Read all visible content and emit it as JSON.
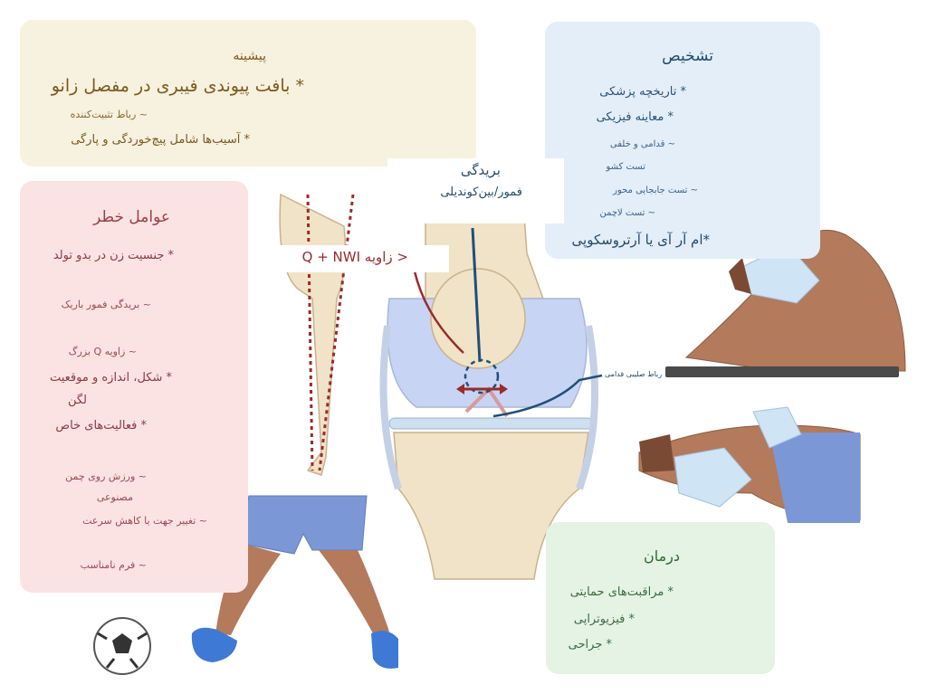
{
  "history": {
    "title": "پیشینه",
    "items": [
      "* بافت پیوندی فیبری در مفصل زانو",
      "~ رباط تثبیت‌کننده",
      "* آسیب‌ها شامل پیچ‌خوردگی و پارگی"
    ]
  },
  "risk_factors": {
    "title": "عوامل خطر",
    "items": [
      "* جنسیت زن در بدو تولد",
      "~ بریدگی فمور باریک",
      "~ زاویه Q بزرگ",
      "* شکل، اندازه و موقعیت",
      "لگن",
      "* فعالیت‌های خاص",
      "~ ورزش روی چمن",
      "مصنوعی",
      "~ تغییر جهت یا کاهش سرعت",
      "~ فرم نامناسب"
    ]
  },
  "diagnosis": {
    "title": "تشخیص",
    "items": [
      "* تاریخچه پزشکی",
      "* معاینه فیزیکی",
      "~ قدامی و خلفی",
      "تست کشو",
      "~ تست جابجایی محور",
      "~ تست لاچمن",
      "*ام آر آی یا آرتروسکوپی"
    ]
  },
  "treatment": {
    "title": "درمان",
    "items": [
      "* مراقبت‌های حمایتی",
      "* فیزیوتراپی",
      "* جراحی"
    ]
  },
  "center_labels": {
    "notch_title": "بریدگی",
    "notch_sub": "فمور/بین‌کوندیلی",
    "angle": "< زاویه Q + NWI",
    "acl": "رباط صلیبی قدامی"
  },
  "colors": {
    "history_bg": "#f7f1df",
    "risk_bg": "#fbe3e4",
    "diagnosis_bg": "#e3eef8",
    "treatment_bg": "#e4f3e4",
    "bone": "#f0e3c8",
    "cartilage": "#c8d4f3",
    "ligament_red": "#9a2b2b",
    "ligament_blue": "#1f4f7a",
    "skin": "#b37a5c",
    "shorts": "#7b97d6",
    "glove": "#cfe4f4"
  }
}
